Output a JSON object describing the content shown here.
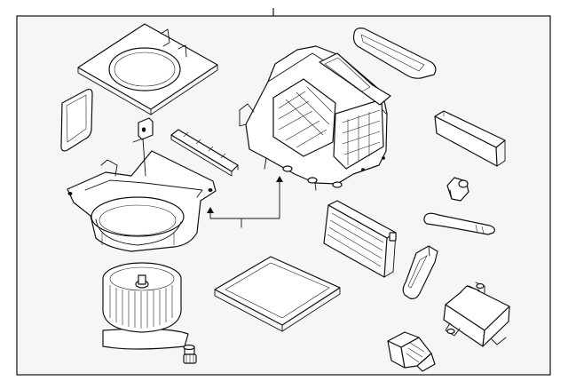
{
  "diagram": {
    "background": "#f6f6f6",
    "frame_color": "#111111",
    "line_color": "#111111",
    "parts": [
      "top-cover",
      "cover-gasket",
      "inlet-seal",
      "small-clip",
      "filter-grille",
      "blower-housing",
      "blower-motor",
      "mount-screw",
      "cabin-air-filter",
      "heater-core-unit",
      "duct-seal",
      "side-filter",
      "evaporator-core",
      "actuator-knob",
      "hose-clip",
      "vent-bracket",
      "control-module",
      "connector-block"
    ]
  }
}
